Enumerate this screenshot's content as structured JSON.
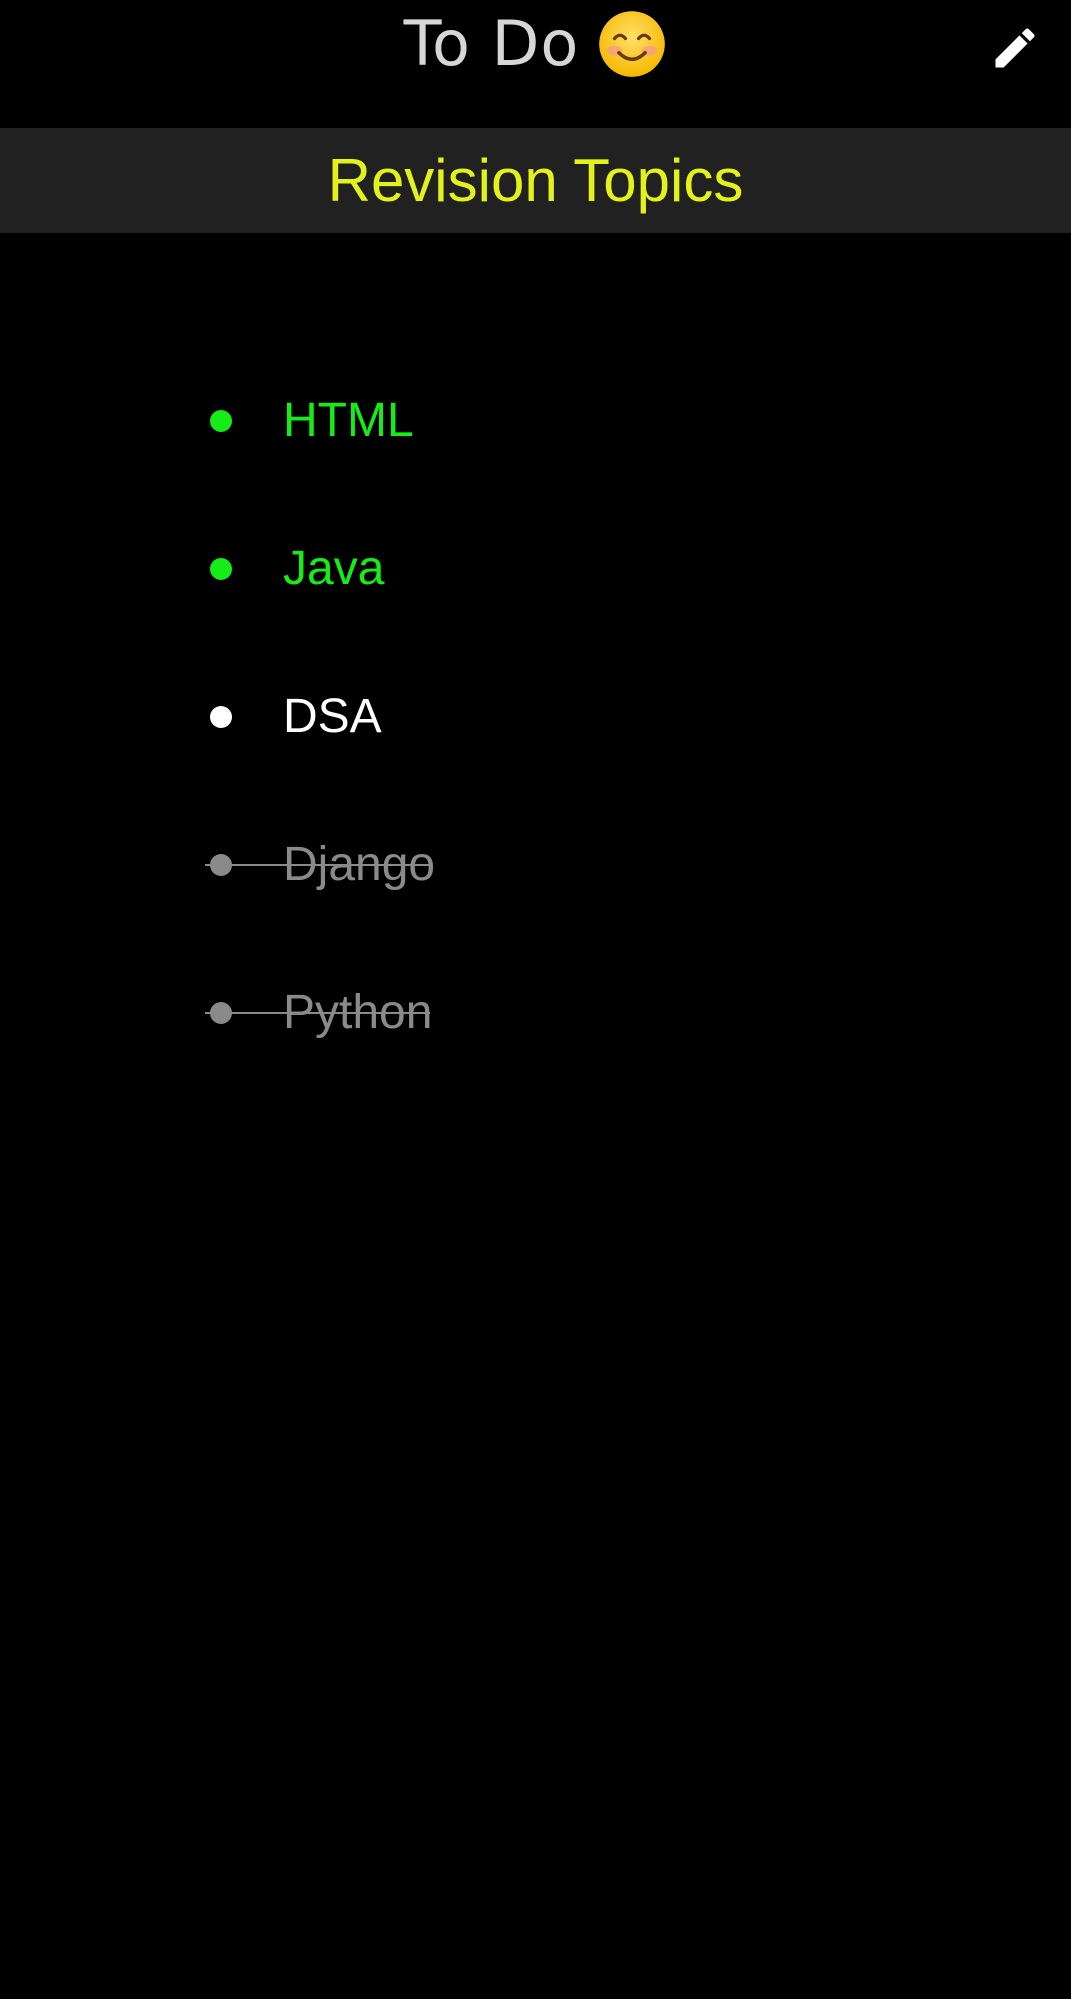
{
  "header": {
    "title": "To Do",
    "emoji": "😊",
    "edit_icon": "pencil-icon"
  },
  "section": {
    "title": "Revision Topics"
  },
  "tasks": [
    {
      "label": "HTML",
      "status": "highlighted",
      "color": "#16ed16"
    },
    {
      "label": "Java",
      "status": "highlighted",
      "color": "#16ed16"
    },
    {
      "label": "DSA",
      "status": "pending",
      "color": "#ffffff"
    },
    {
      "label": "Django",
      "status": "done",
      "color": "#8a8a8a"
    },
    {
      "label": "Python",
      "status": "done",
      "color": "#8a8a8a"
    }
  ],
  "colors": {
    "background": "#000000",
    "header_band": "#212121",
    "section_title": "#e3f21b",
    "app_title": "#d6d6d6",
    "highlight": "#16ed16",
    "done": "#8a8a8a"
  }
}
